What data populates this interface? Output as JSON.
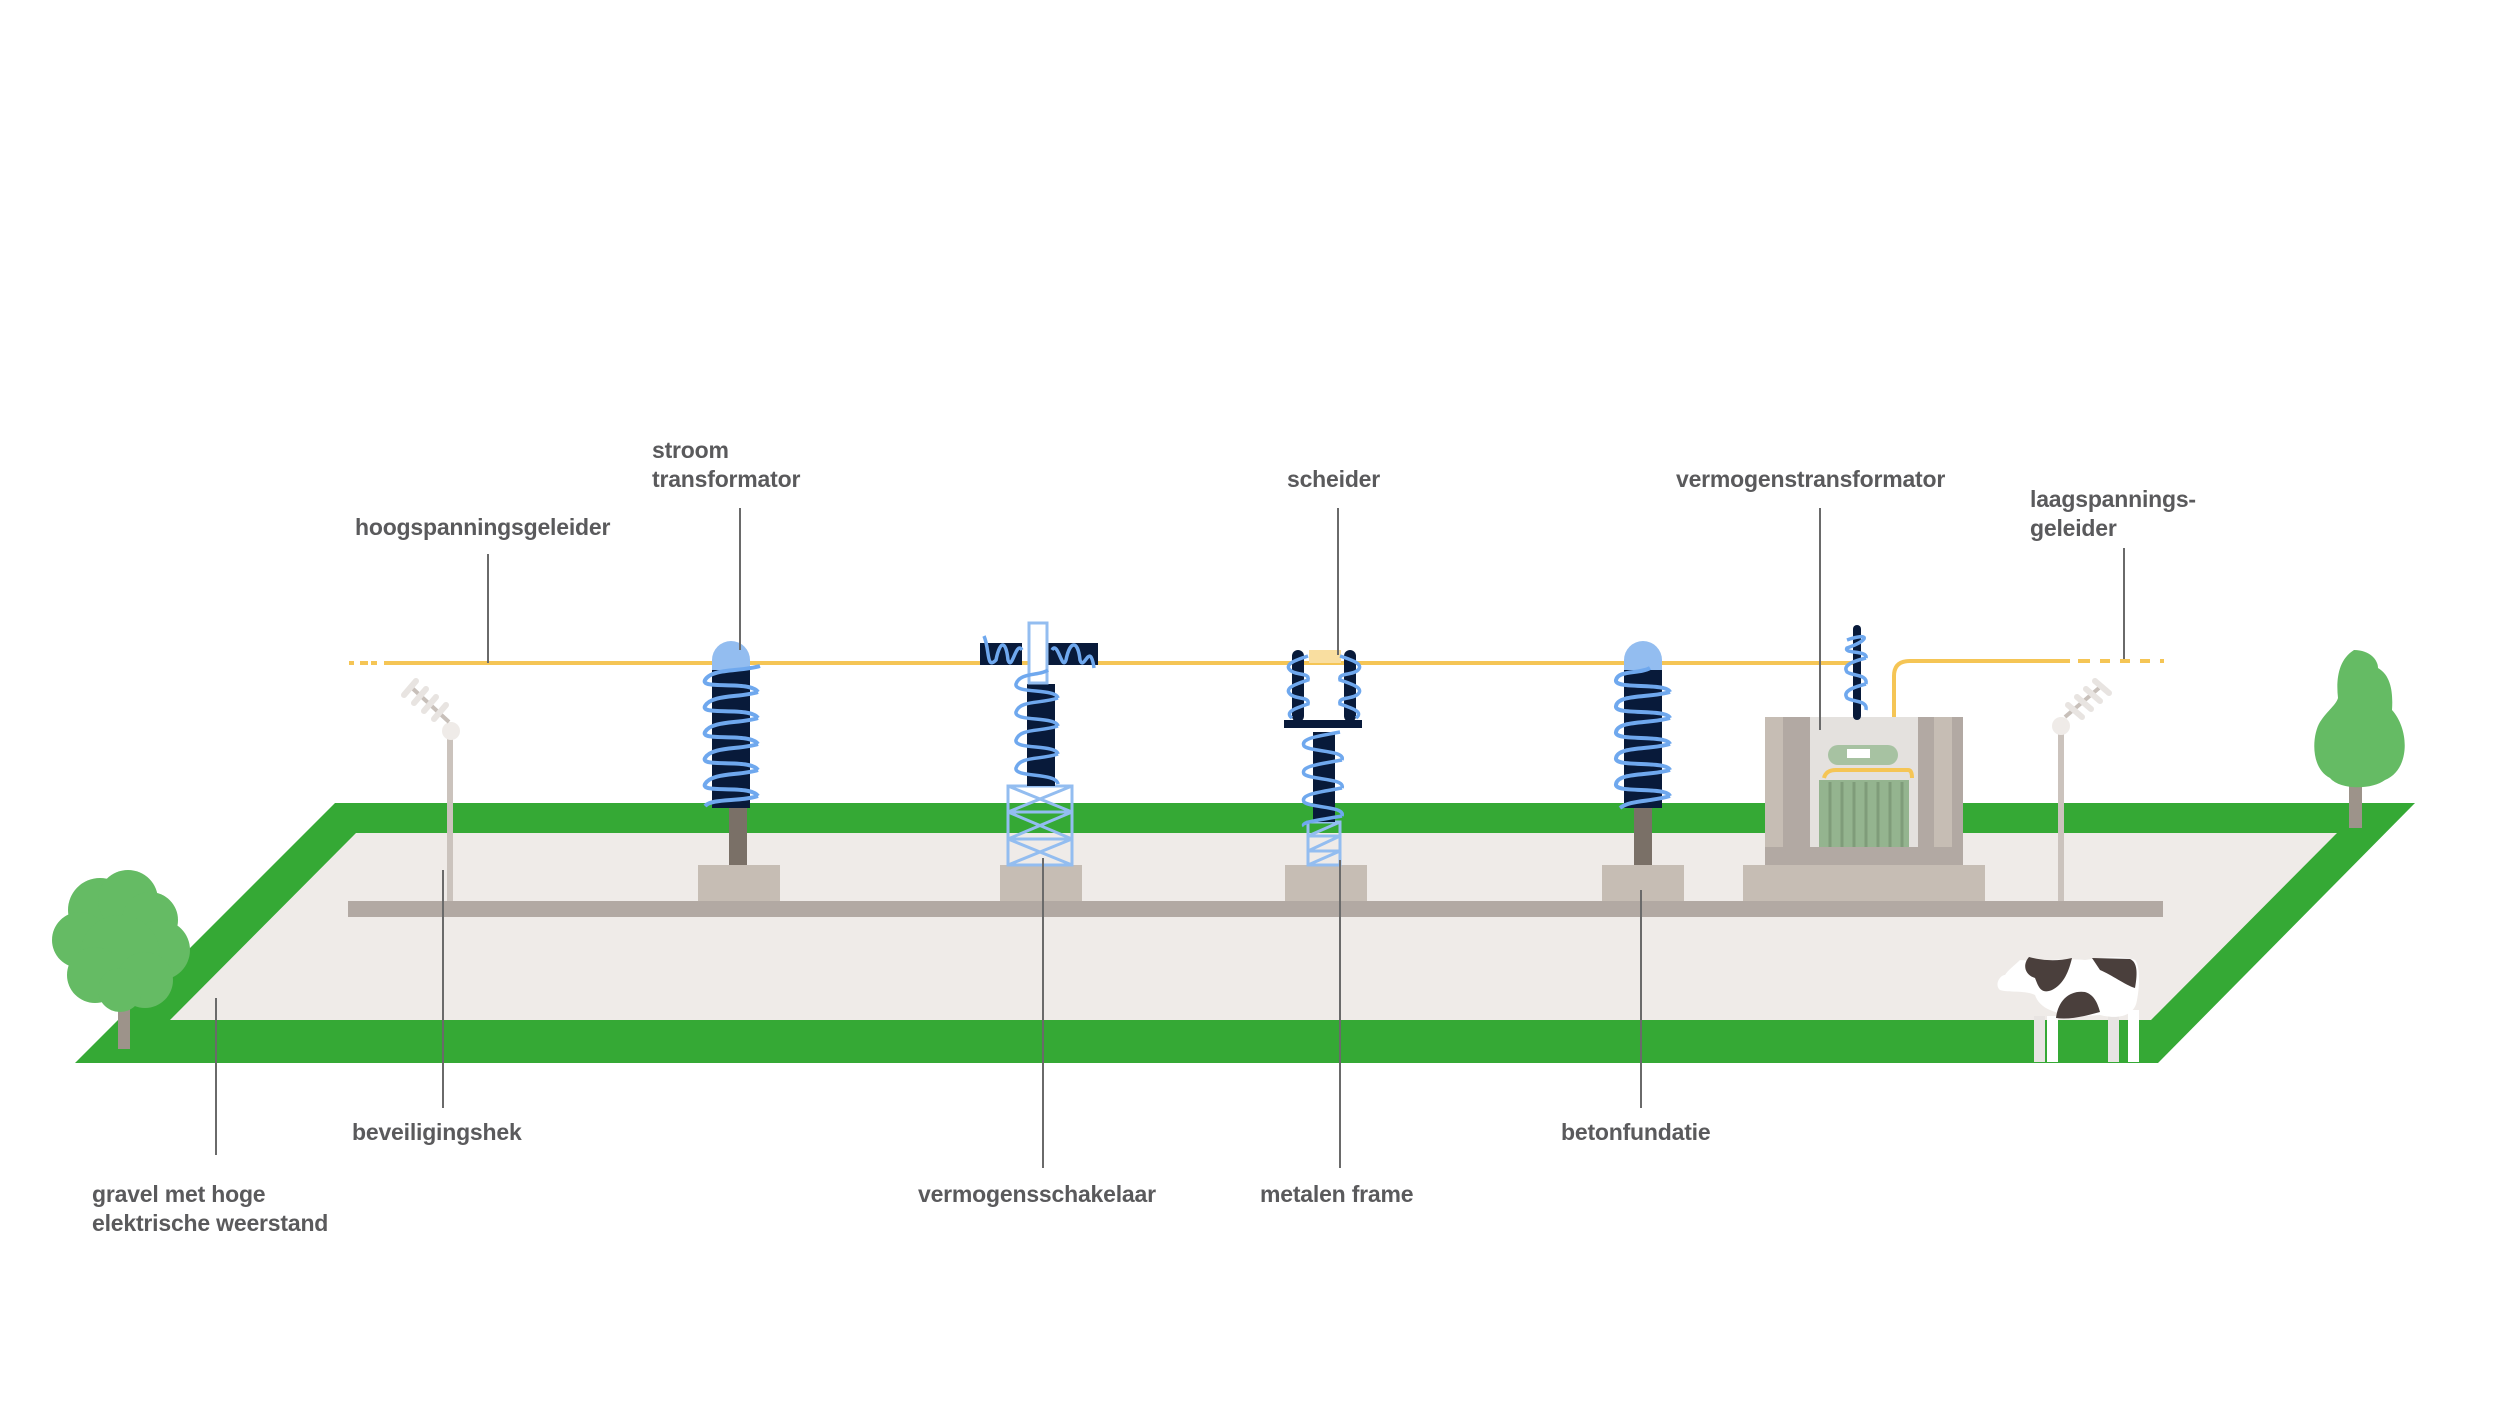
{
  "colors": {
    "grass": "#35a935",
    "gravel": "#efebe8",
    "fence_bar": "#b2a9a3",
    "foundation": "#c6bdb4",
    "conductor": "#f5c555",
    "insulator": "#081a3a",
    "coil": "#6fa8ee",
    "cap": "#93bdf0",
    "tree": "#65bb64",
    "trunk": "#9d938a",
    "transformer": "#94b48f",
    "label_text": "#5a5a5c"
  },
  "labels": {
    "high_voltage_conductor": "hoogspanningsgeleider",
    "current_transformer_line1": "stroom",
    "current_transformer_line2": "transformator",
    "disconnector": "scheider",
    "power_transformer": "vermogenstransformator",
    "low_voltage_conductor_line1": "laagspannings-",
    "low_voltage_conductor_line2": "geleider",
    "gravel_line1": "gravel met hoge",
    "gravel_line2": "elektrische weerstand",
    "security_fence": "beveiligingshek",
    "circuit_breaker": "vermogensschakelaar",
    "metal_frame": "metalen frame",
    "concrete_foundation": "betonfundatie"
  }
}
